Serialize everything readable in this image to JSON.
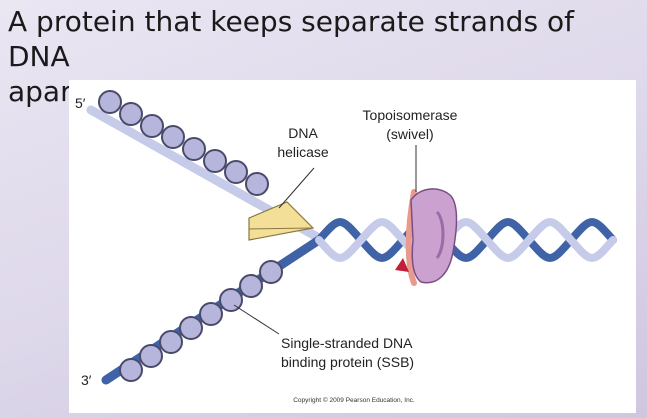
{
  "slide": {
    "title_line1": "A protein that keeps separate strands of DNA",
    "title_line2": "apart."
  },
  "diagram": {
    "labels": {
      "five_prime": "5′",
      "three_prime": "3′",
      "helicase_line1": "DNA",
      "helicase_line2": "helicase",
      "topo_line1": "Topoisomerase",
      "topo_line2": "(swivel)",
      "ssb_line1": "Single-stranded DNA",
      "ssb_line2": "binding protein (SSB)",
      "copyright": "Copyright © 2009 Pearson Education, Inc."
    },
    "colors": {
      "light_strand": "#c5cbe8",
      "dark_strand": "#3f63a6",
      "ssb_fill": "#b6b6dc",
      "ssb_stroke": "#4a4a6a",
      "helicase_fill": "#f4df98",
      "topo_fill": "#cba2cf",
      "topo_ring": "#e89a8e"
    }
  }
}
